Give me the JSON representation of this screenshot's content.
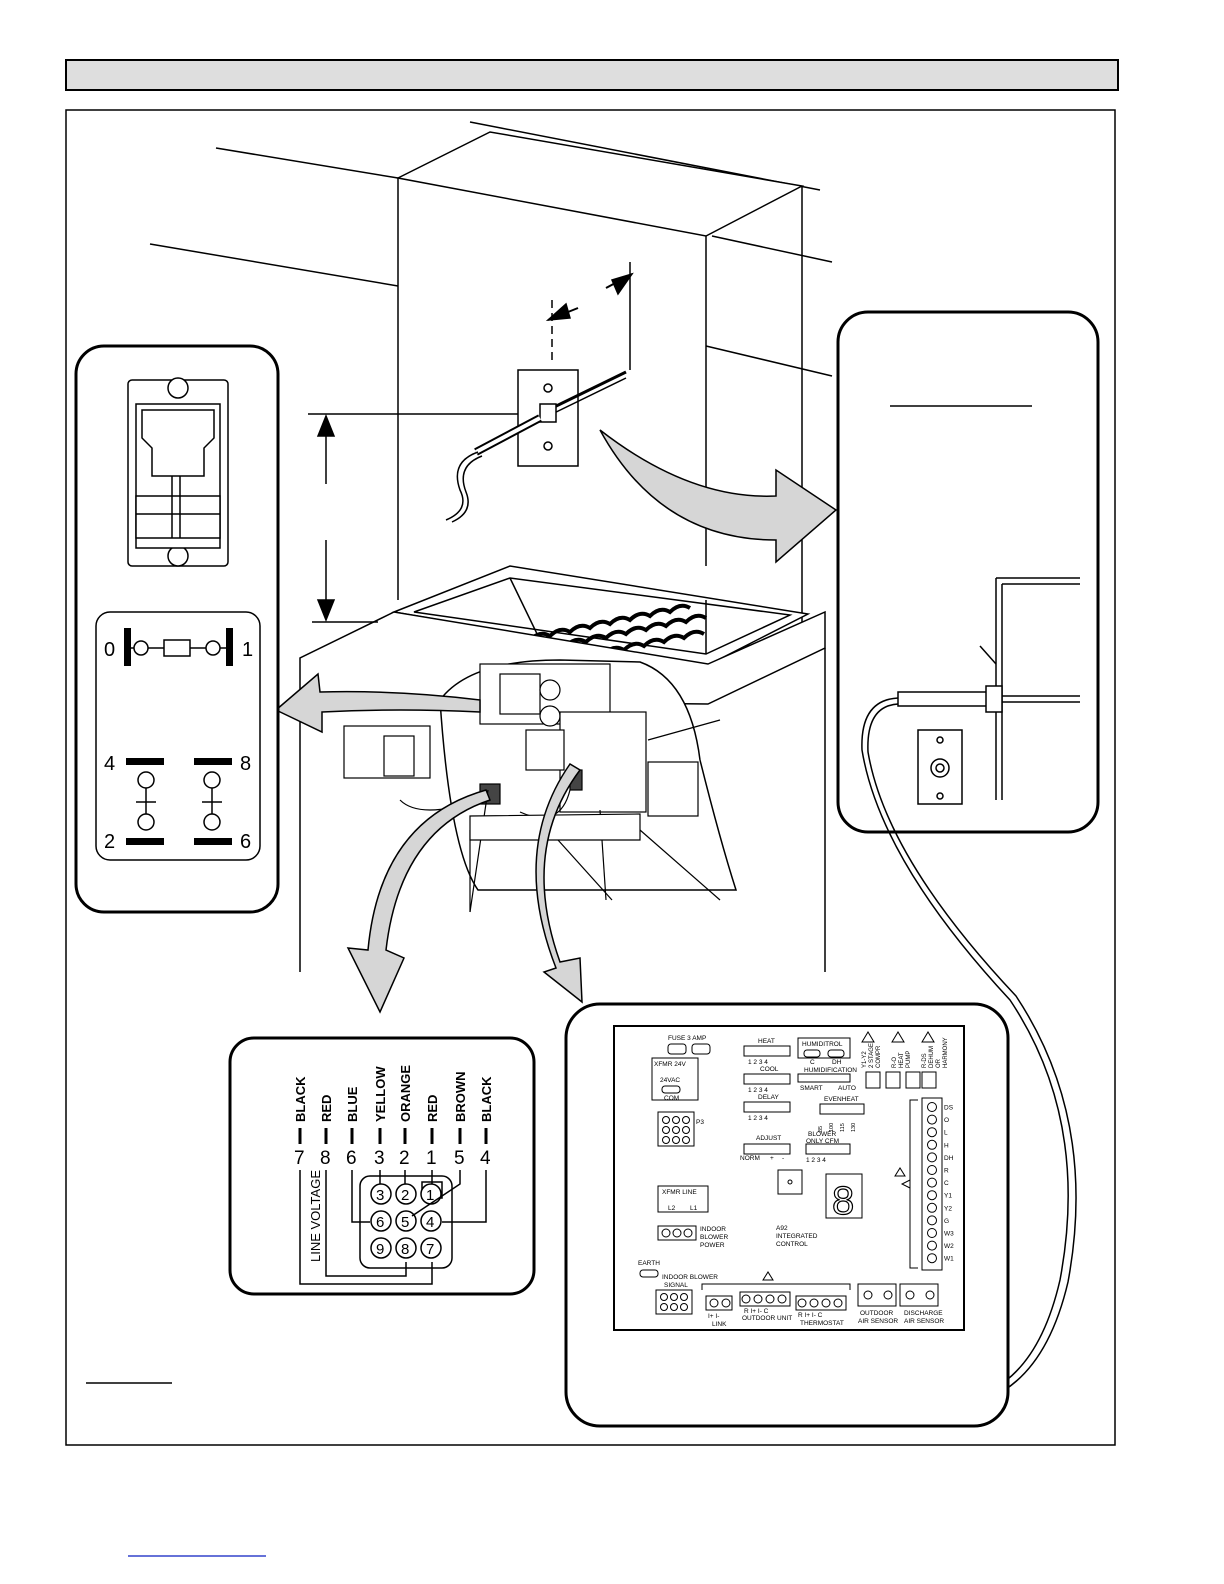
{
  "switch_diagram": {
    "left_number": "0",
    "right_number": "1",
    "contacts": [
      {
        "top": "4",
        "bottom": "2"
      },
      {
        "top": "8",
        "bottom": "6"
      }
    ]
  },
  "plug": {
    "wire_labels": [
      "BLACK",
      "RED",
      "BLUE",
      "YELLOW",
      "ORANGE",
      "RED",
      "BROWN",
      "BLACK"
    ],
    "wire_numbers": [
      "7",
      "8",
      "6",
      "3",
      "2",
      "1",
      "5",
      "4"
    ],
    "pins": [
      "3",
      "2",
      "1",
      "6",
      "5",
      "4",
      "9",
      "8",
      "7"
    ],
    "line_voltage_label": "LINE VOLTAGE"
  },
  "board": {
    "fuse_label": "FUSE 3 AMP",
    "xfmr24": {
      "title": "XFMR 24V",
      "v": "24VAC",
      "com": "COM"
    },
    "p3": "P3",
    "heat": {
      "label": "HEAT",
      "nums": "1 2 3 4"
    },
    "cool": {
      "label": "COOL",
      "nums": "1 2 3 4"
    },
    "delay": {
      "label": "DELAY",
      "nums": "1 2 3 4"
    },
    "adjust": {
      "label": "ADJUST",
      "norm": "NORM",
      "plus": "+",
      "minus": "-"
    },
    "humiditrol": {
      "label": "HUMIDITROL",
      "c": "C",
      "dh": "DH"
    },
    "humidification": {
      "label": "HUMIDIFICATION",
      "smart": "SMART",
      "auto": "AUTO"
    },
    "evenheat": {
      "label": "EVENHEAT",
      "vals": [
        "85",
        "100",
        "115",
        "130"
      ]
    },
    "blower": {
      "label1": "BLOWER",
      "label2": "ONLY CFM",
      "nums": "1 2 3 4"
    },
    "jumpers": [
      [
        "Y1-Y2",
        "2 STAGE",
        "COMPR"
      ],
      [
        "R-O",
        "HEAT",
        "PUMP"
      ],
      [
        "R-DS",
        "DEHUM",
        "OR",
        "HARMONY"
      ]
    ],
    "terminals": [
      "DS",
      "O",
      "L",
      "H",
      "DH",
      "R",
      "C",
      "Y1",
      "Y2",
      "G",
      "W3",
      "W2",
      "W1"
    ],
    "xfmr_line": {
      "title": "XFMR LINE",
      "l2": "L2",
      "l1": "L1"
    },
    "indoor_power": [
      "INDOOR",
      "BLOWER",
      "POWER"
    ],
    "a92": [
      "A92",
      "INTEGRATED",
      "CONTROL"
    ],
    "earth": "EARTH",
    "indoor_signal": [
      "INDOOR BLOWER",
      "SIGNAL"
    ],
    "link": {
      "pins": "I+  I-",
      "label": "LINK"
    },
    "outdoor_unit": {
      "pins": "R   I+   I-   C",
      "label": "OUTDOOR UNIT"
    },
    "thermostat": {
      "pins": "R   I+   I-   C",
      "label": "THERMOSTAT"
    },
    "outdoor_sensor": [
      "OUTDOOR",
      "AIR SENSOR"
    ],
    "discharge_sensor": [
      "DISCHARGE",
      "AIR SENSOR"
    ],
    "display_digit": "8"
  }
}
